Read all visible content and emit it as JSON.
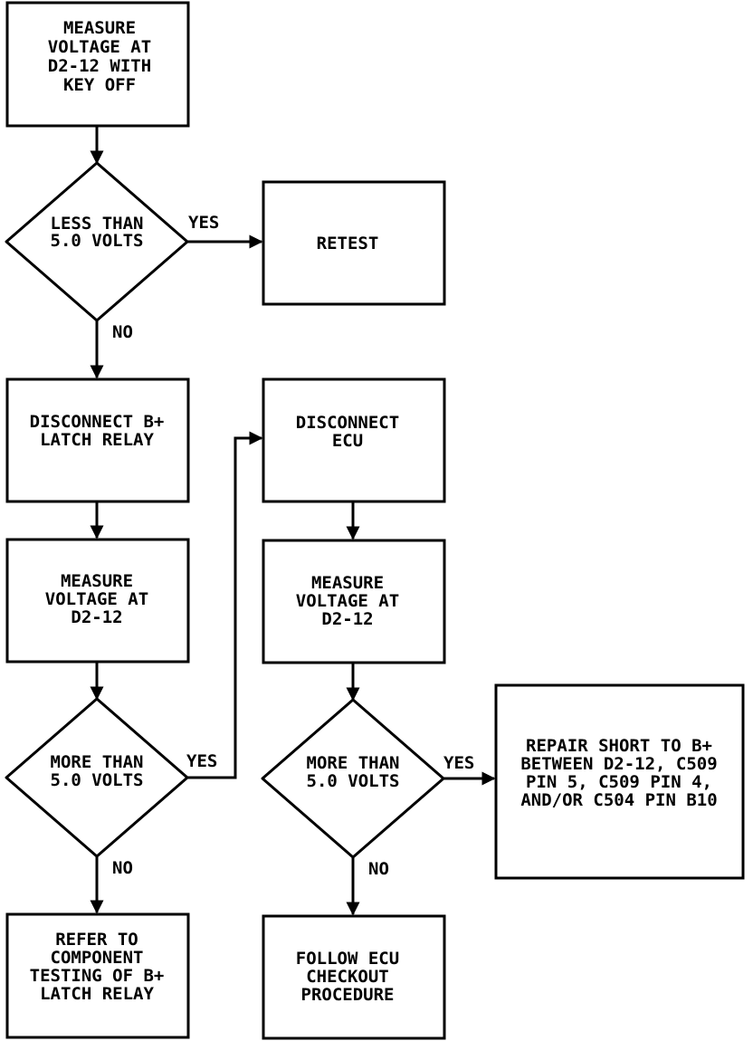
{
  "diagram": {
    "nodes": [
      {
        "id": "measure-keyoff",
        "type": "process",
        "lines": [
          "MEASURE",
          "VOLTAGE AT",
          "D2-12 WITH",
          "KEY OFF"
        ]
      },
      {
        "id": "less-than-5v",
        "type": "decision",
        "lines": [
          "LESS THAN",
          "5.0 VOLTS"
        ]
      },
      {
        "id": "retest",
        "type": "process",
        "lines": [
          "RETEST"
        ]
      },
      {
        "id": "disconnect-relay",
        "type": "process",
        "lines": [
          "DISCONNECT B+",
          "LATCH RELAY"
        ]
      },
      {
        "id": "measure-1",
        "type": "process",
        "lines": [
          "MEASURE",
          "VOLTAGE AT",
          "D2-12"
        ]
      },
      {
        "id": "more-than-5v-1",
        "type": "decision",
        "lines": [
          "MORE THAN",
          "5.0 VOLTS"
        ]
      },
      {
        "id": "refer-component",
        "type": "process",
        "lines": [
          "REFER TO",
          "COMPONENT",
          "TESTING OF B+",
          "LATCH RELAY"
        ]
      },
      {
        "id": "disconnect-ecu",
        "type": "process",
        "lines": [
          "DISCONNECT",
          "ECU"
        ]
      },
      {
        "id": "measure-2",
        "type": "process",
        "lines": [
          "MEASURE",
          "VOLTAGE AT",
          "D2-12"
        ]
      },
      {
        "id": "more-than-5v-2",
        "type": "decision",
        "lines": [
          "MORE THAN",
          "5.0 VOLTS"
        ]
      },
      {
        "id": "repair-short",
        "type": "process",
        "lines": [
          "REPAIR SHORT TO B+",
          "BETWEEN D2-12, C509",
          "PIN 5, C509 PIN 4,",
          "AND/OR C504 PIN B10"
        ]
      },
      {
        "id": "follow-ecu",
        "type": "process",
        "lines": [
          "FOLLOW ECU",
          "CHECKOUT",
          "PROCEDURE"
        ]
      }
    ],
    "edges": [
      {
        "id": "e1",
        "from": "measure-keyoff",
        "to": "less-than-5v",
        "label": ""
      },
      {
        "id": "e2",
        "from": "less-than-5v",
        "to": "retest",
        "label": "YES"
      },
      {
        "id": "e3",
        "from": "less-than-5v",
        "to": "disconnect-relay",
        "label": "NO"
      },
      {
        "id": "e4",
        "from": "disconnect-relay",
        "to": "measure-1",
        "label": ""
      },
      {
        "id": "e5",
        "from": "measure-1",
        "to": "more-than-5v-1",
        "label": ""
      },
      {
        "id": "e6",
        "from": "more-than-5v-1",
        "to": "disconnect-ecu",
        "label": "YES"
      },
      {
        "id": "e7",
        "from": "more-than-5v-1",
        "to": "refer-component",
        "label": "NO"
      },
      {
        "id": "e8",
        "from": "disconnect-ecu",
        "to": "measure-2",
        "label": ""
      },
      {
        "id": "e9",
        "from": "measure-2",
        "to": "more-than-5v-2",
        "label": ""
      },
      {
        "id": "e10",
        "from": "more-than-5v-2",
        "to": "repair-short",
        "label": "YES"
      },
      {
        "id": "e11",
        "from": "more-than-5v-2",
        "to": "follow-ecu",
        "label": "NO"
      }
    ]
  }
}
